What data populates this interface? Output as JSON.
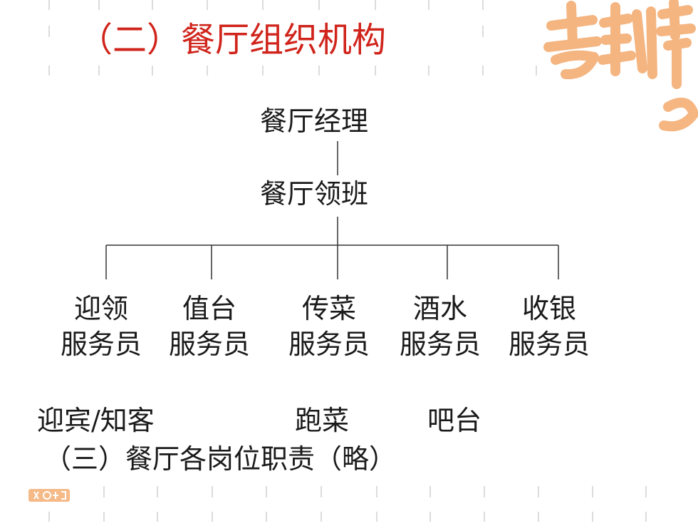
{
  "title": "（二）餐厅组织机构",
  "org": {
    "manager": "餐厅经理",
    "supervisor": "餐厅领班",
    "staff": [
      {
        "role": "迎领",
        "title": "服务员"
      },
      {
        "role": "值台",
        "title": "服务员"
      },
      {
        "role": "传菜",
        "title": "服务员"
      },
      {
        "role": "酒水",
        "title": "服务员"
      },
      {
        "role": "收银",
        "title": "服务员"
      }
    ]
  },
  "aliases": {
    "greeter": "迎宾/知客",
    "runner": "跑菜",
    "bar": "吧台"
  },
  "section3": "（三）餐厅各岗位职责（略）",
  "colors": {
    "title": "#d0241b",
    "logo": "#f4b27b",
    "text": "#1a1a1a",
    "ticks": "#dcdcdc"
  },
  "icons": {
    "top_logo": "calligraphy-logo-icon",
    "bottom_logo": "small-brand-logo-icon"
  }
}
